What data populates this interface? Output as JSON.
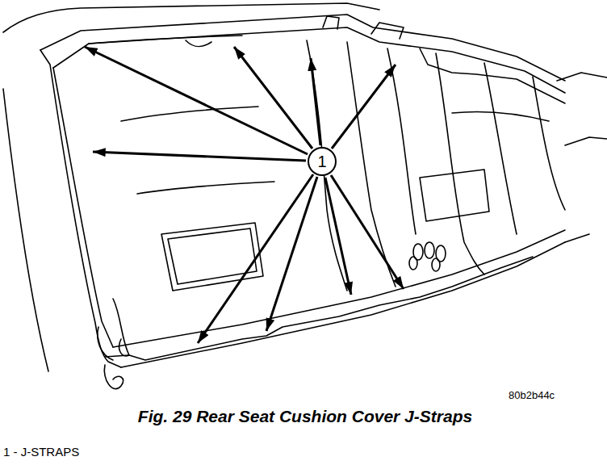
{
  "diagram": {
    "caption": "Fig. 29 Rear Seat Cushion Cover J-Straps",
    "nodes": [
      {
        "text": [
          "1"
        ]
      }
    ],
    "labels": [
      "80b2b44c",
      "1 - J-STRAPS"
    ]
  }
}
